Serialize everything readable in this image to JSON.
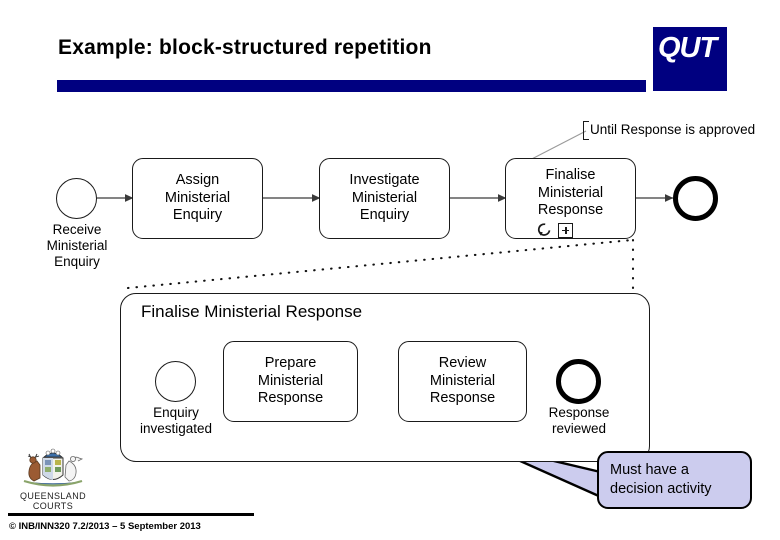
{
  "slide": {
    "title": "Example: block-structured repetition",
    "brand": {
      "logo_text": "QUT",
      "navy": "#000080"
    }
  },
  "top_process": {
    "start_event": {
      "name": "start-event",
      "label": "Receive\nMinisterial\nEnquiry"
    },
    "tasks": [
      {
        "id": "assign",
        "label": "Assign\nMinisterial\nEnquiry"
      },
      {
        "id": "investigate",
        "label": "Investigate\nMinisterial\nEnquiry"
      },
      {
        "id": "finalise",
        "label": "Finalise\nMinisterial\nResponse",
        "markers": [
          "loop-marker",
          "expand-marker"
        ]
      }
    ],
    "annotation": "Until Response is approved",
    "end_event": {
      "name": "end-event",
      "label": ""
    }
  },
  "subprocess": {
    "title": "Finalise Ministerial Response",
    "start_event": {
      "name": "start-event",
      "label": "Enquiry\ninvestigated"
    },
    "tasks": [
      {
        "id": "prepare",
        "label": "Prepare\nMinisterial\nResponse"
      },
      {
        "id": "review",
        "label": "Review\nMinisterial\nResponse"
      }
    ],
    "end_event": {
      "name": "end-event",
      "label": "Response\nreviewed"
    }
  },
  "callout": {
    "text": "Must have a\ndecision activity",
    "fill": "#ccccee"
  },
  "footer": {
    "logo_caption": "QUEENSLAND\nCOURTS",
    "copyright": "© INB/INN320 7.2/2013 – 5 September 2013"
  }
}
